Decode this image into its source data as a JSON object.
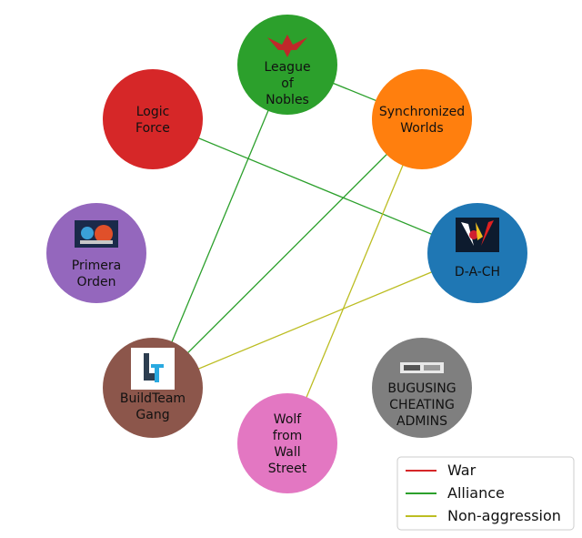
{
  "colors": {
    "war": "#d62728",
    "alliance": "#2ca02c",
    "non_aggression": "#bcbd22"
  },
  "nodes": [
    {
      "id": "league",
      "label": [
        "League",
        "of",
        "Nobles"
      ],
      "color": "#2ca02c",
      "icon": "eagle-emblem-icon"
    },
    {
      "id": "synchronized",
      "label": [
        "Synchronized",
        "Worlds"
      ],
      "color": "#ff7f0e",
      "icon": ""
    },
    {
      "id": "dach",
      "label": [
        "D-A-CH"
      ],
      "color": "#1f77b4",
      "icon": "dach-logo-icon"
    },
    {
      "id": "bugusing",
      "label": [
        "BUGUSING",
        "CHEATING",
        "ADMINS"
      ],
      "color": "#7f7f7f",
      "icon": "banner-image-icon"
    },
    {
      "id": "wolf",
      "label": [
        "Wolf",
        "from",
        "Wall",
        "Street"
      ],
      "color": "#e377c2",
      "icon": ""
    },
    {
      "id": "buildteam",
      "label": [
        "BuildTeam",
        "Gang"
      ],
      "color": "#8c564b",
      "icon": "buildteam-logo-icon"
    },
    {
      "id": "primera",
      "label": [
        "Primera",
        "Orden"
      ],
      "color": "#9467bd",
      "icon": "primera-banner-icon"
    },
    {
      "id": "logic",
      "label": [
        "Logic",
        "Force"
      ],
      "color": "#d62728",
      "icon": ""
    }
  ],
  "edges": [
    {
      "from": "league",
      "to": "synchronized",
      "type": "alliance"
    },
    {
      "from": "league",
      "to": "buildteam",
      "type": "alliance"
    },
    {
      "from": "logic",
      "to": "dach",
      "type": "alliance"
    },
    {
      "from": "synchronized",
      "to": "buildteam",
      "type": "alliance"
    },
    {
      "from": "synchronized",
      "to": "wolf",
      "type": "non_aggression"
    },
    {
      "from": "dach",
      "to": "buildteam",
      "type": "non_aggression"
    }
  ],
  "legend": {
    "items": [
      {
        "label": "War",
        "type": "war"
      },
      {
        "label": "Alliance",
        "type": "alliance"
      },
      {
        "label": "Non-aggression",
        "type": "non_aggression"
      }
    ]
  }
}
